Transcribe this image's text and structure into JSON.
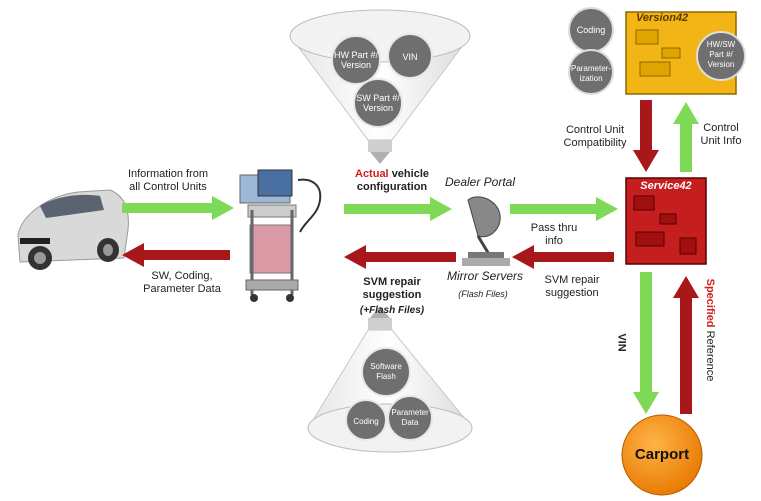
{
  "funnel_top": {
    "circles": [
      "HW Part #/ Version",
      "VIN",
      "SW Part #/ Version"
    ]
  },
  "funnel_bottom": {
    "circles": [
      "Software Flash",
      "Coding",
      "Parameter Data"
    ]
  },
  "version42": {
    "title": "Version42",
    "circles": [
      "Coding",
      "Parameter-ization",
      "HW/SW Part #/ Version"
    ]
  },
  "service42": {
    "title": "Service42"
  },
  "carport": {
    "label": "Carport"
  },
  "labels": {
    "info_from_units": "Information from all Control Units",
    "sw_coding_param": "SW, Coding, Parameter Data",
    "actual": "Actual",
    "vehicle_configuration": "vehicle configuration",
    "dealer_portal": "Dealer Portal",
    "mirror_servers": "Mirror Servers",
    "flash_files": "(Flash Files)",
    "svm_repair_suggestion_bold": "SVM repair suggestion",
    "plus_flash_files": "(+Flash Files)",
    "pass_thru_info": "Pass thru info",
    "svm_repair_suggestion": "SVM repair suggestion",
    "control_unit_compatibility": "Control Unit Compatibility",
    "control_unit_info": "Control Unit Info",
    "vin": "VIN",
    "specified": "Specified",
    "reference": "Reference"
  },
  "colors": {
    "green_arrow": "#7ed957",
    "red_arrow": "#a8181a",
    "service_red": "#c41e1e",
    "version_yellow": "#f2b515",
    "carport_orange": "#f28c12",
    "funnel_circle": "#6f6f6f"
  }
}
